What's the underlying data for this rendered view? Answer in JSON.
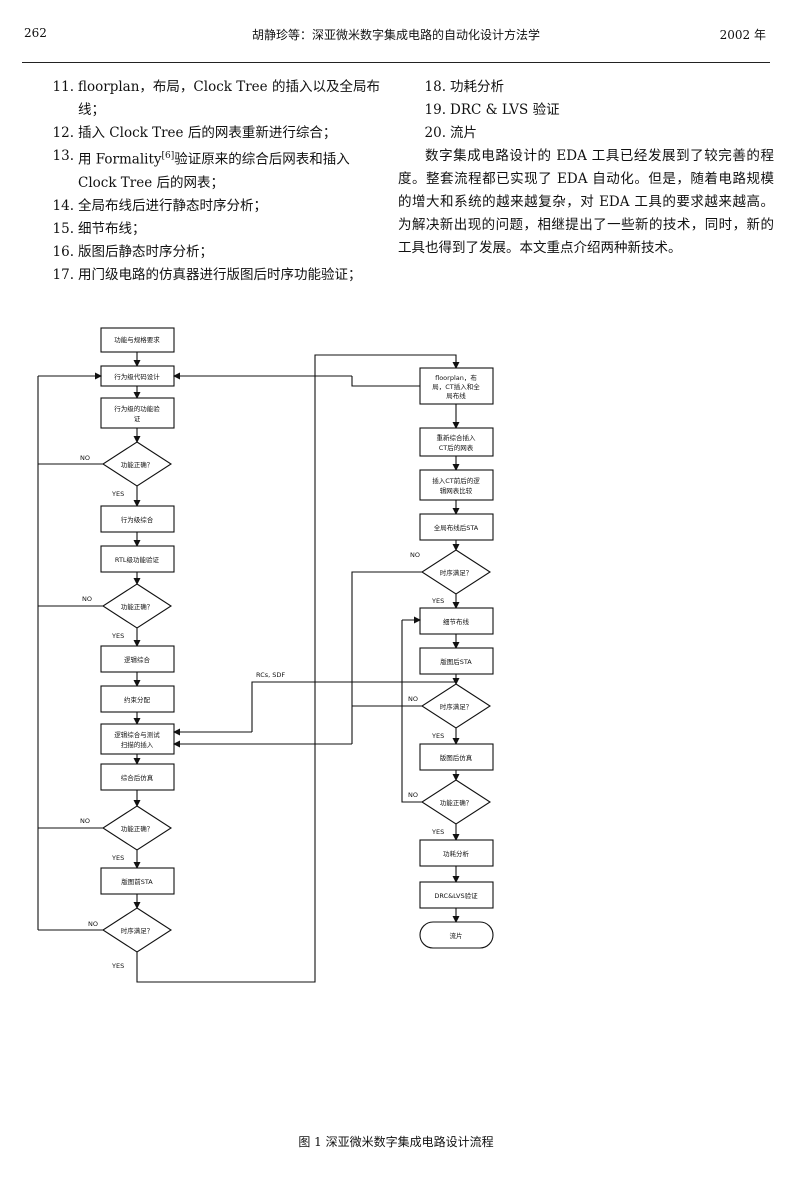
{
  "header": {
    "page_number": "262",
    "running_title": "胡静珍等：深亚微米数字集成电路的自动化设计方法学",
    "year": "2002 年"
  },
  "left_list": [
    {
      "num": "11.",
      "text": "floorplan，布局，Clock Tree 的插入以及全局布线；"
    },
    {
      "num": "12.",
      "text": "插入 Clock Tree 后的网表重新进行综合；"
    },
    {
      "num": "13.",
      "text_before": "用 Formality",
      "sup": "[6]",
      "text_after": "验证原来的综合后网表和插入 Clock Tree 后的网表；"
    },
    {
      "num": "14.",
      "text": "全局布线后进行静态时序分析；"
    },
    {
      "num": "15.",
      "text": "细节布线；"
    },
    {
      "num": "16.",
      "text": "版图后静态时序分析；"
    },
    {
      "num": "17.",
      "text": "用门级电路的仿真器进行版图后时序功能验证；"
    }
  ],
  "right_list": [
    {
      "num": "18.",
      "text": "功耗分析"
    },
    {
      "num": "19.",
      "text": "DRC & LVS 验证"
    },
    {
      "num": "20.",
      "text": "流片"
    }
  ],
  "paragraph": "数字集成电路设计的 EDA 工具已经发展到了较完善的程度。整套流程都已实现了 EDA 自动化。但是，随着电路规模的增大和系统的越来越复杂，对 EDA 工具的要求越来越高。为解决新出现的问题，相继提出了一些新的技术，同时，新的工具也得到了发展。本文重点介绍两种新技术。",
  "flowchart": {
    "left": {
      "spec": "功能与规格要求",
      "behav_code": "行为级代码设计",
      "behav_verify_1": "行为级的功能验",
      "behav_verify_2": "证",
      "dec1": "功能正确？",
      "behav_synth": "行为级综合",
      "rtl_verify": "RTL级功能验证",
      "dec2": "功能正确？",
      "logic_synth": "逻辑综合",
      "partition": "约束分配",
      "scan_1": "逻辑综合与测试",
      "scan_2": "扫描的插入",
      "post_synth_sim": "综合后仿真",
      "dec3": "功能正确？",
      "pre_layout_sta": "版图前STA",
      "dec4": "时序满足？"
    },
    "right": {
      "floorplan_1": "floorplan，布",
      "floorplan_2": "局，CT插入和全",
      "floorplan_3": "局布线",
      "resynth_1": "重新综合插入",
      "resynth_2": "CT后的网表",
      "compare_1": "插入CT前后的逻",
      "compare_2": "辑网表比较",
      "global_sta": "全局布线后STA",
      "dec5": "时序满足？",
      "detail_route": "细节布线",
      "post_layout_sta": "版图后STA",
      "dec6": "时序满足？",
      "post_layout_sim": "版图后仿真",
      "dec7": "功能正确？",
      "power": "功耗分析",
      "drc_lvs": "DRC&LVS验证",
      "tapeout": "流片"
    },
    "yes": "YES",
    "no": "NO",
    "rc_sdf": "RCs, SDF"
  },
  "caption": "图 1   深亚微米数字集成电路设计流程"
}
